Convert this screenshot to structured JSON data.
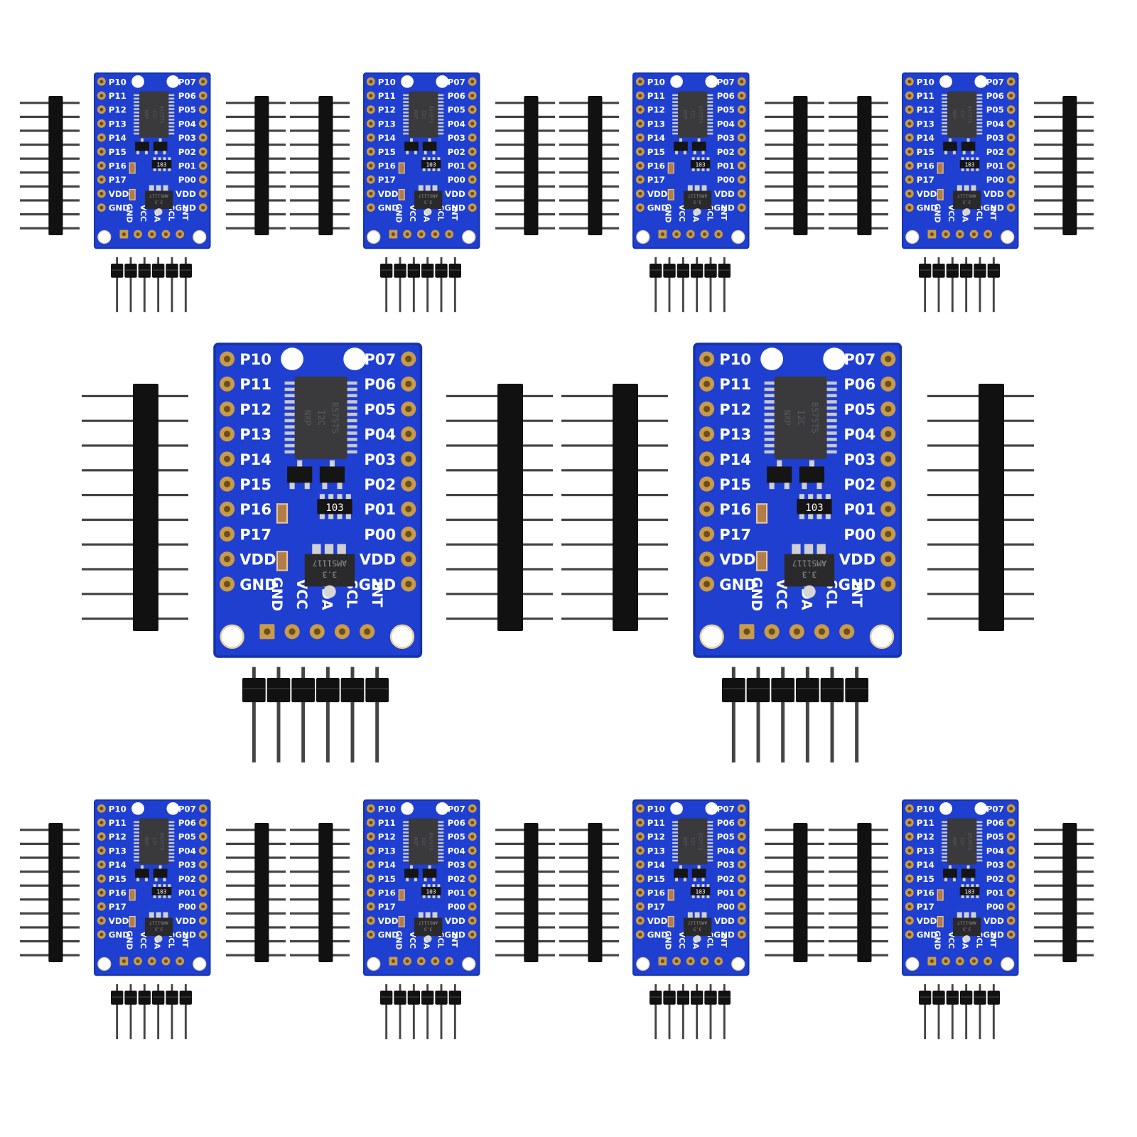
{
  "colors": {
    "pcb_blue": "#1f3fd1",
    "pcb_edge": "#1533a8",
    "pad_gold": "#c89b4a",
    "pad_hole": "#ffffff",
    "chip_body": "#3a3a3c",
    "chip_lead": "#c8c8c8",
    "header_plastic": "#111111",
    "header_pin": "#444444",
    "background": "#ffffff"
  },
  "board": {
    "left_pins": [
      "P10",
      "P11",
      "P12",
      "P13",
      "P14",
      "P15",
      "P16",
      "P17",
      "VDD",
      "GND"
    ],
    "right_pins": [
      "P07",
      "P06",
      "P05",
      "P04",
      "P03",
      "P02",
      "P01",
      "P00",
      "VDD",
      "GND"
    ],
    "bottom_pins": [
      "GND",
      "VCC",
      "SDA",
      "SCL",
      "INT"
    ],
    "main_chip_marking": [
      "8575TS",
      "I2C",
      "NXP"
    ],
    "regulator_marking": [
      "AMS1117",
      "3.3"
    ],
    "resistor_array_marking": "103"
  },
  "layout_groups": {
    "small_boards": 8,
    "large_boards": 2
  }
}
